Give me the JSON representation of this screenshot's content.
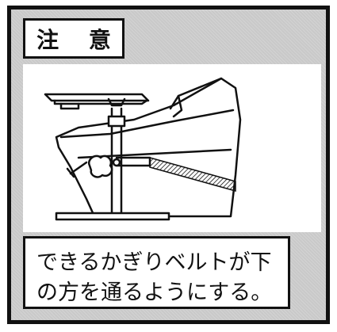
{
  "heading": "注 意",
  "caption": {
    "line1": "できるかぎりベルトが下",
    "line2": "の方を通るようにする。"
  },
  "illustration": {
    "subject": "seat-with-belt-and-tray-icon"
  }
}
